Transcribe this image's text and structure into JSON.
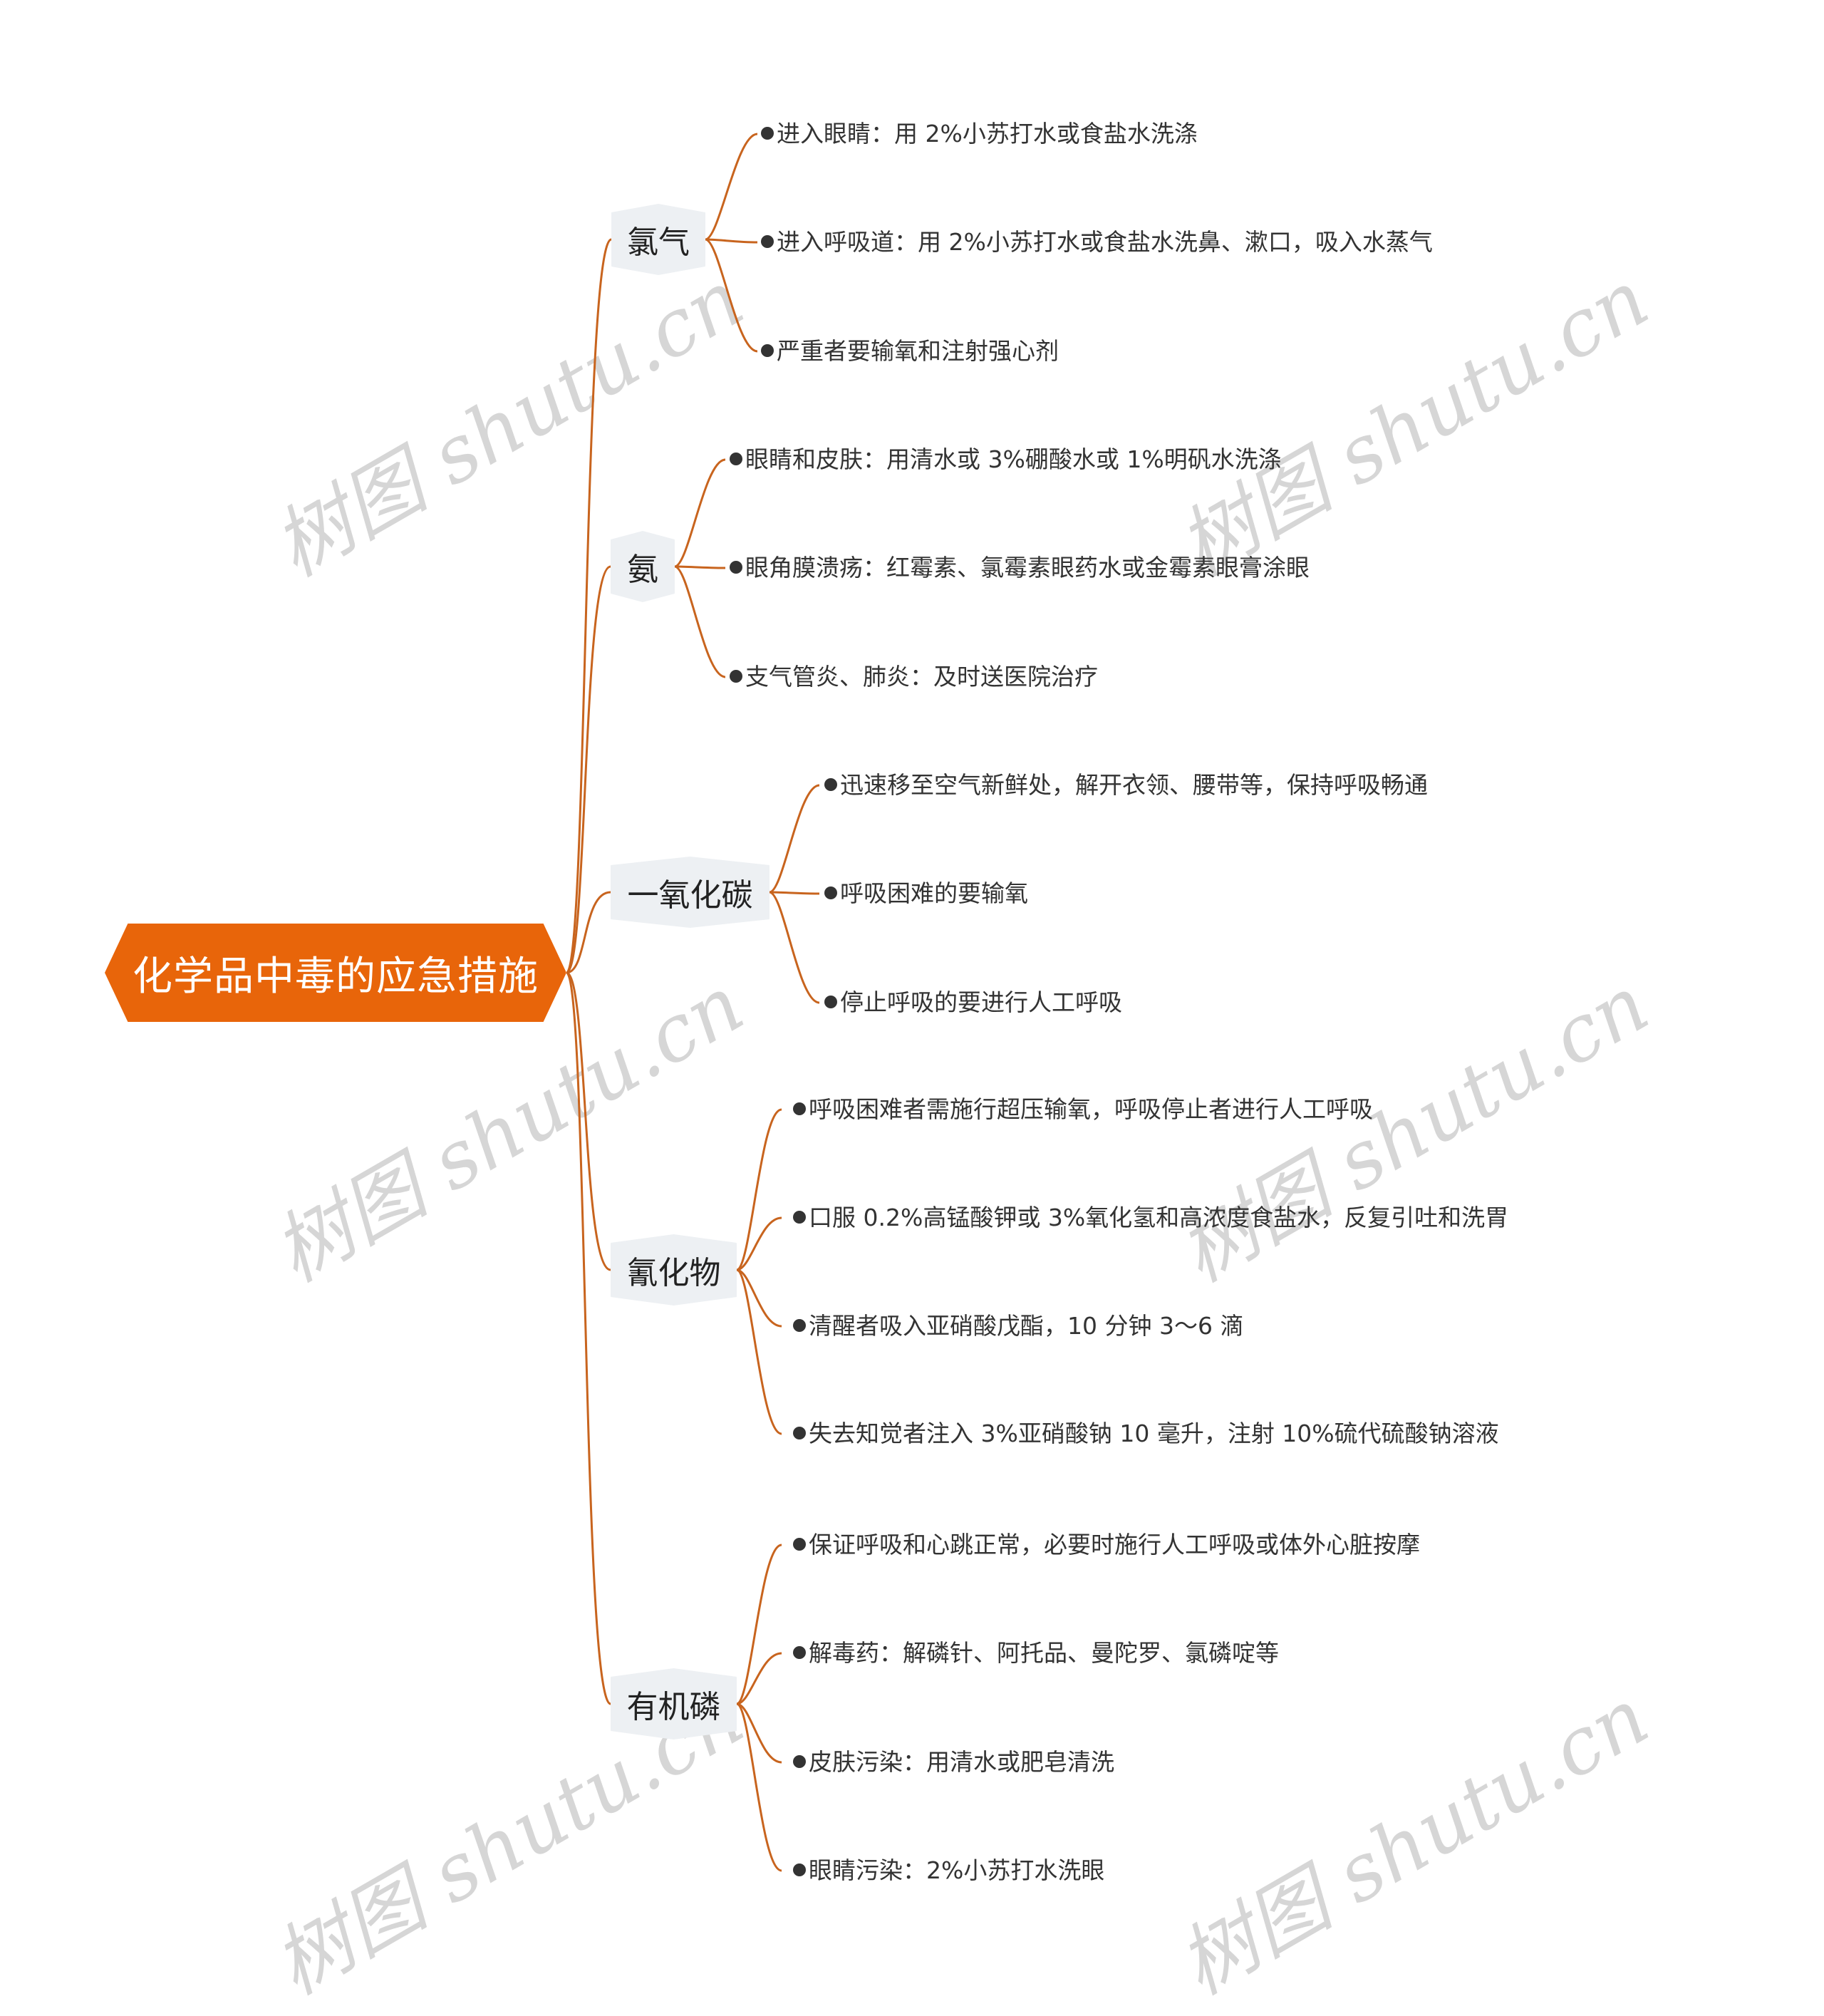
{
  "root": {
    "label": "化学品中毒的应急措施"
  },
  "colors": {
    "root_fill": "#E8650A",
    "connector": "#C8641E",
    "branch_fill": "#EDF0F3",
    "text": "#333333",
    "watermark": "#CFCFCF"
  },
  "watermark": "树图 shutu.cn",
  "branches": [
    {
      "label": "氯气",
      "children": [
        "进入眼睛：用 2%小苏打水或食盐水洗涤",
        "进入呼吸道：用 2%小苏打水或食盐水洗鼻、漱口，吸入水蒸气",
        "严重者要输氧和注射强心剂"
      ]
    },
    {
      "label": "氨",
      "children": [
        "眼睛和皮肤：用清水或 3%硼酸水或 1%明矾水洗涤",
        "眼角膜溃疡：红霉素、氯霉素眼药水或金霉素眼膏涂眼",
        "支气管炎、肺炎：及时送医院治疗"
      ]
    },
    {
      "label": "一氧化碳",
      "children": [
        "迅速移至空气新鲜处，解开衣领、腰带等，保持呼吸畅通",
        "呼吸困难的要输氧",
        "停止呼吸的要进行人工呼吸"
      ]
    },
    {
      "label": "氰化物",
      "children": [
        "呼吸困难者需施行超压输氧，呼吸停止者进行人工呼吸",
        "口服 0.2%高锰酸钾或 3%氧化氢和高浓度食盐水，反复引吐和洗胃",
        "清醒者吸入亚硝酸戊酯，10 分钟 3～6 滴",
        "失去知觉者注入 3%亚硝酸钠 10 毫升，注射 10%硫代硫酸钠溶液"
      ]
    },
    {
      "label": "有机磷",
      "children": [
        "保证呼吸和心跳正常，必要时施行人工呼吸或体外心脏按摩",
        "解毒药：解磷针、阿托品、曼陀罗、氯磷啶等",
        "皮肤污染：用清水或肥皂清洗",
        "眼睛污染：2%小苏打水洗眼"
      ]
    }
  ]
}
